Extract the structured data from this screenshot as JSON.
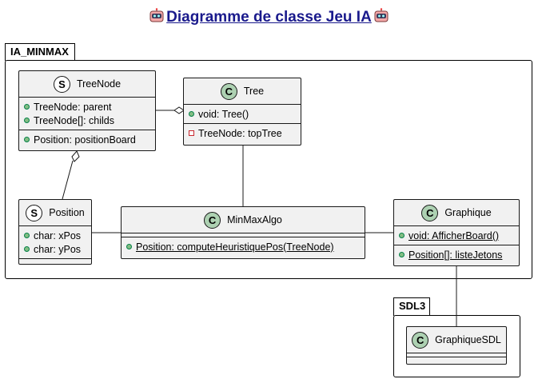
{
  "title": "Diagramme de classe Jeu IA",
  "packages": {
    "ia_minmax": "IA_MINMAX",
    "sdl3": "SDL3"
  },
  "classes": {
    "treenode": {
      "stereotype": "S",
      "name": "TreeNode",
      "fields": [
        "TreeNode: parent",
        "TreeNode[]: childs"
      ],
      "fields2": [
        "Position: positionBoard"
      ]
    },
    "tree": {
      "stereotype": "C",
      "name": "Tree",
      "methods": [
        "void: Tree()"
      ],
      "fields": [
        "TreeNode: topTree"
      ]
    },
    "position": {
      "stereotype": "S",
      "name": "Position",
      "fields": [
        "char: xPos",
        "char: yPos"
      ]
    },
    "minmaxalgo": {
      "stereotype": "C",
      "name": "MinMaxAlgo",
      "methods": [
        "Position: computeHeuristiquePos(TreeNode)"
      ]
    },
    "graphique": {
      "stereotype": "C",
      "name": "Graphique",
      "methods": [
        "void: AfficherBoard()"
      ],
      "fields": [
        "Position[]: listeJetons"
      ]
    },
    "graphiquesdl": {
      "stereotype": "C",
      "name": "GraphiqueSDL"
    }
  },
  "colors": {
    "class_bg": "#f1f1f1",
    "stereo_c": "#add1b2",
    "title": "#1a1a8c"
  }
}
